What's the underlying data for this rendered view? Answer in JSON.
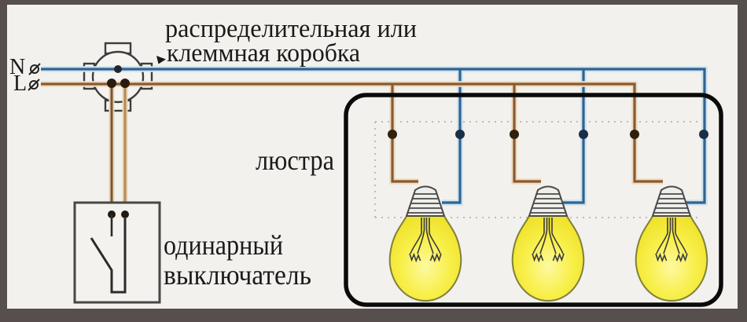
{
  "labels": {
    "note_line1": "распределительная или",
    "note_line2": "клеммная коробка",
    "chandelier": "люстра",
    "switch_line1": "одинарный",
    "switch_line2": "выключатель",
    "terminal_n": "N",
    "terminal_l": "L"
  },
  "components": {
    "bulb_count": 3
  },
  "colors": {
    "background": "#f2f1ed",
    "frame": "#564f4d",
    "neutral_wire": "#2f6391",
    "neutral_halo": "#cfe3ee",
    "line_wire": "#8a5930",
    "line_halo": "#eddcc2",
    "switch_wire_left": "#7c5630",
    "switch_wire_right": "#b28a55",
    "chandelier_outline": "#0b0b0b",
    "bulb_fill": "#efe22a",
    "bulb_glow": "#fdf9a0",
    "bulb_outline": "#80803a",
    "dot_neutral": "#1a2e47",
    "dot_line": "#32200f",
    "ink": "#1a1a1a"
  }
}
